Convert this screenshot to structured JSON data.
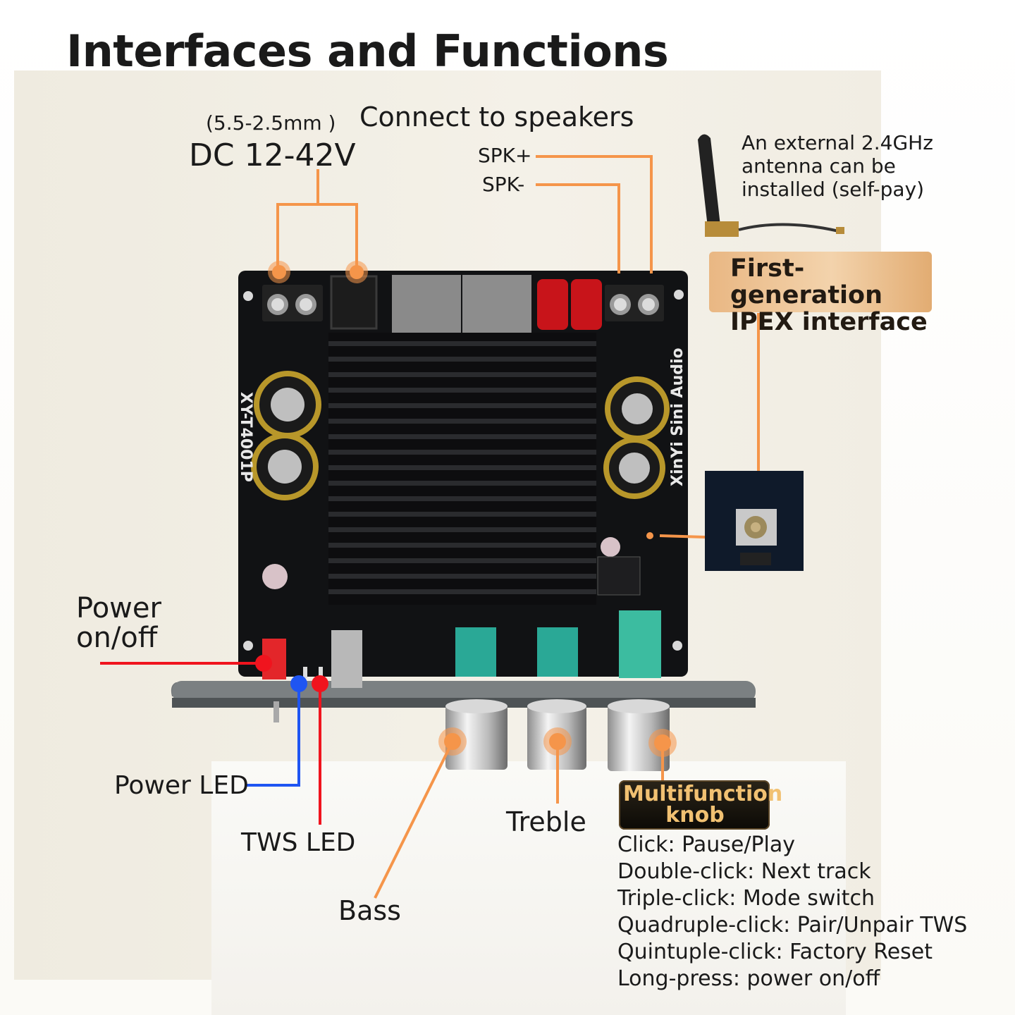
{
  "title": "Interfaces and Functions",
  "board": {
    "model_print": "XY-T4001P",
    "brand_print": "XinYi Sini Audio"
  },
  "power_input": {
    "spec": "(5.5-2.5mm )",
    "voltage": "DC 12-42V"
  },
  "speakers": {
    "heading": "Connect to speakers",
    "plus": "SPK+",
    "minus": "SPK-"
  },
  "antenna": {
    "note": "An external 2.4GHz antenna can be installed (self-pay)",
    "interface": "First-generation IPEX interface"
  },
  "labels": {
    "power_switch": "Power on/off",
    "power_led": "Power LED",
    "tws_led": "TWS LED",
    "bass": "Bass",
    "treble": "Treble"
  },
  "multifunction": {
    "title": "Multifunction knob",
    "actions": [
      "Click: Pause/Play",
      "Double-click: Next track",
      "Triple-click: Mode switch",
      "Quadruple-click: Pair/Unpair TWS",
      "Quintuple-click: Factory Reset",
      "Long-press: power on/off"
    ]
  },
  "colors": {
    "callout_orange": "#f5954a",
    "led_red": "#f0141e",
    "led_blue": "#1f55f2",
    "board_black": "#111214",
    "ipex_gold": "#eec394"
  }
}
